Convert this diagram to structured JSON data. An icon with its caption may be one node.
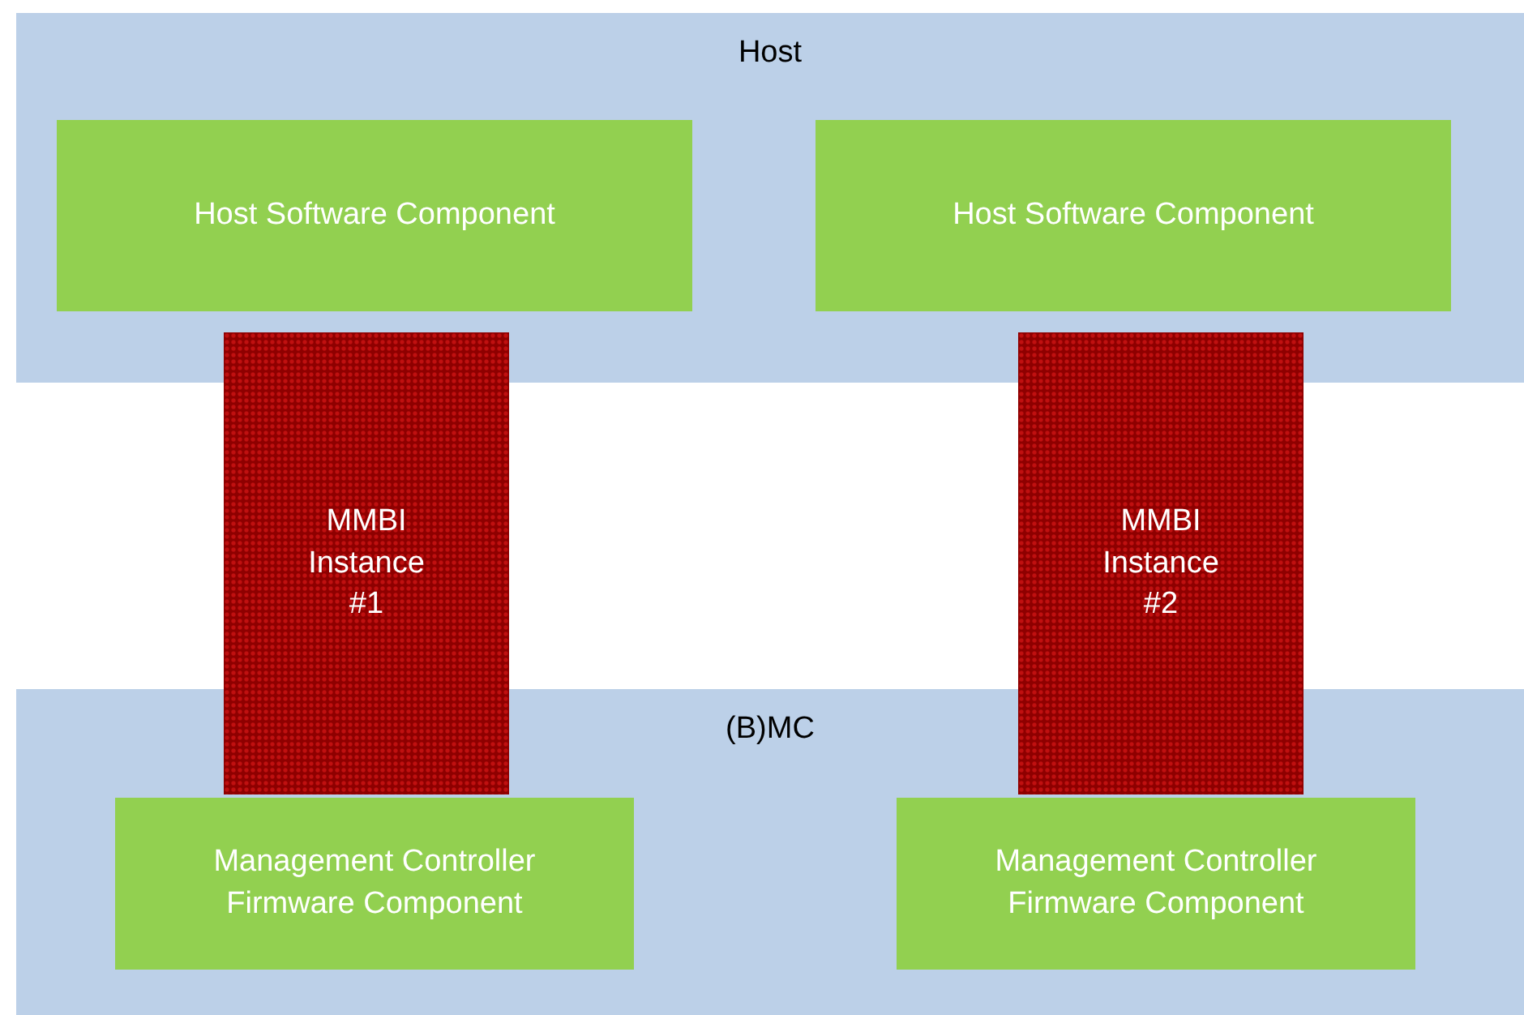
{
  "diagram": {
    "nodes": [
      {
        "text": [
          "Host"
        ]
      },
      {
        "text": [
          "Host Software Component"
        ],
        "in": 0
      },
      {
        "text": [
          "Host Software Component"
        ],
        "in": 0
      },
      {
        "text": [
          "MMBI Instance #1"
        ]
      },
      {
        "text": [
          "MMBI Instance #2"
        ]
      },
      {
        "text": [
          "(B)MC"
        ]
      },
      {
        "text": [
          "Management Controller Firmware Component"
        ],
        "in": 5
      },
      {
        "text": [
          "Management Controller Firmware Component"
        ],
        "in": 5
      }
    ]
  }
}
